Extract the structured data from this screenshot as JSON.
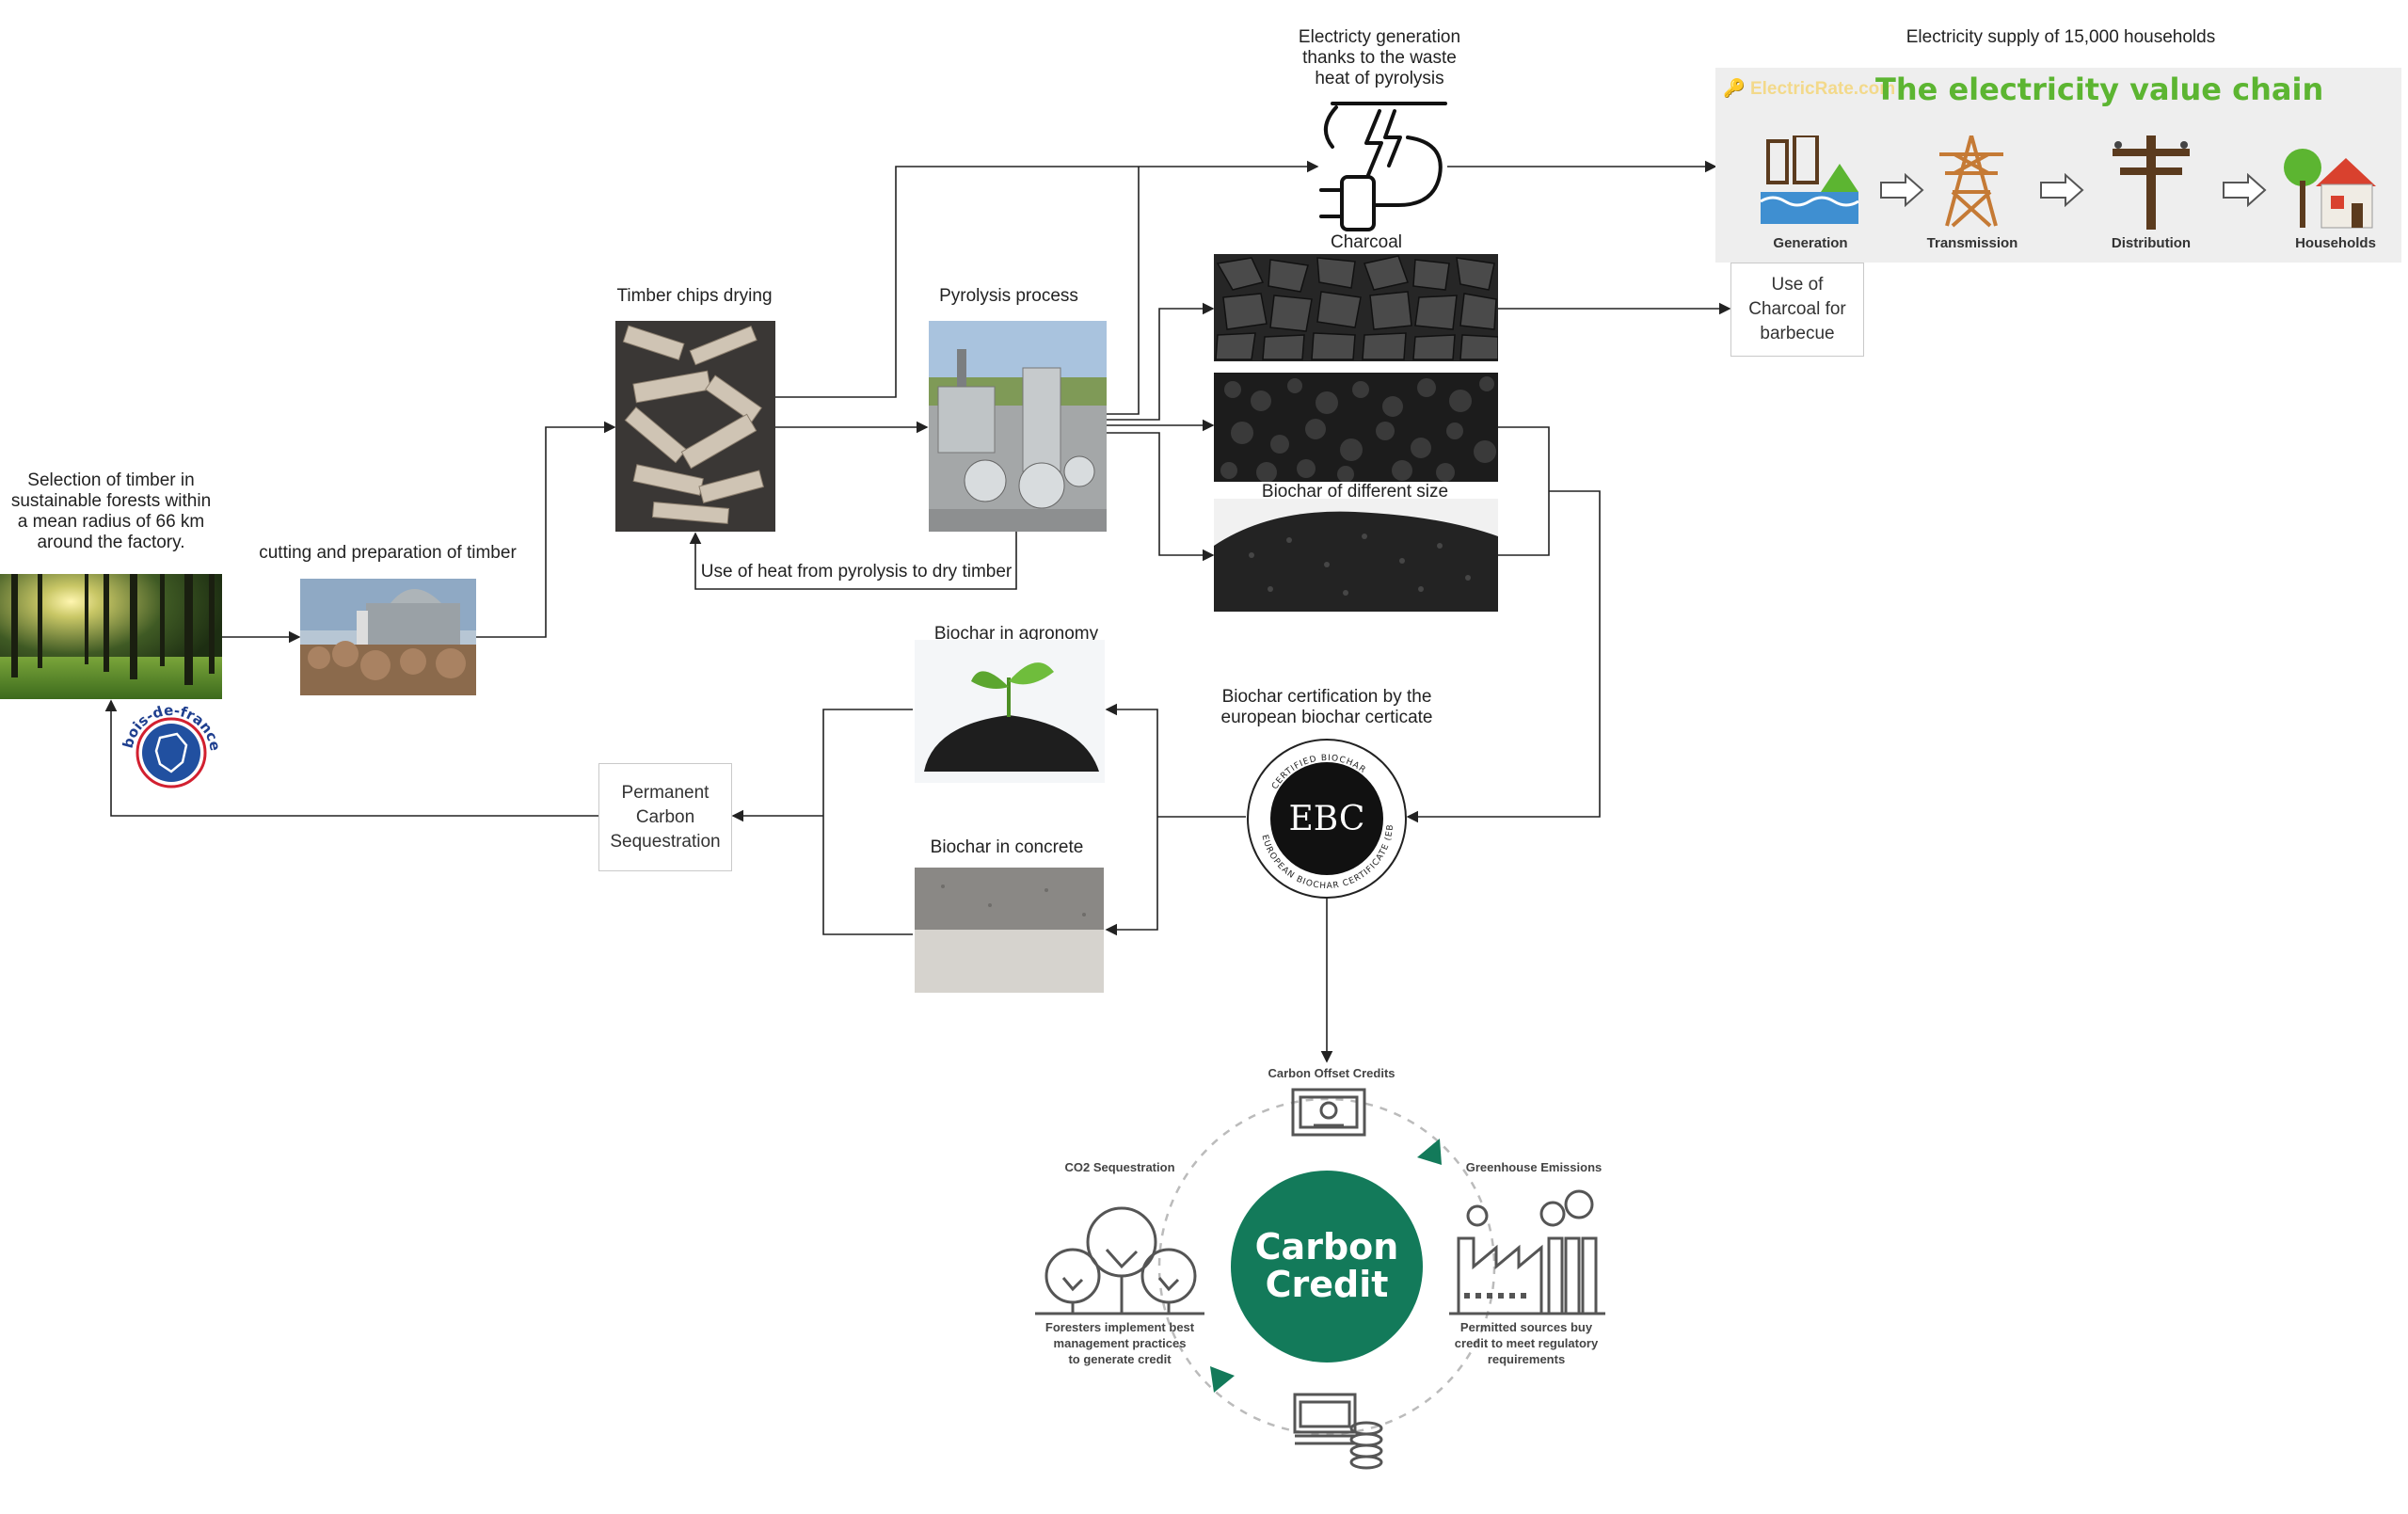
{
  "labels": {
    "selection_timber": "Selection of timber in\nsustainable forests within\na mean radius of 66 km\naround the factory.",
    "cutting": "cutting and preparation of timber",
    "drying": "Timber chips drying",
    "pyrolysis": "Pyrolysis process",
    "heat_reuse": "Use of heat from pyrolysis to dry timber",
    "electricity_generation": "Electricty generation\nthanks to the waste\nheat of pyrolysis",
    "electricity_supply": "Electricity supply of 15,000 households",
    "charcoal": "Charcoal",
    "biochar_sizes": "Biochar of different size",
    "biochar_agronomy": "Biochar in agronomy",
    "biochar_concrete": "Biochar in concrete",
    "certification": "Biochar certification by the\neuropean biochar certicate"
  },
  "boxes": {
    "bbq": "Use of\nCharcoal for\nbarbecue",
    "sequestration": "Permanent\nCarbon\nSequestration"
  },
  "badges": {
    "bois_de_france": "bois-de-france",
    "ebc": "EBC",
    "ebc_ring_top": "CERTIFIED BIOCHAR",
    "ebc_ring_bottom": "EUROPEAN BIOCHAR CERTIFICATE (EBC)"
  },
  "value_chain": {
    "brand": "ElectricRate.com",
    "title": "The electricity value chain",
    "steps": [
      "Generation",
      "Transmission",
      "Distribution",
      "Households"
    ]
  },
  "carbon_credit": {
    "center_line1": "Carbon",
    "center_line2": "Credit",
    "offset_label": "Carbon Offset Credits",
    "co2_label": "CO2 Sequestration",
    "ghg_label": "Greenhouse Emissions",
    "foresters_text": "Foresters implement best\nmanagement practices\nto generate credit",
    "permitted_text": "Permitted sources buy\ncredit to meet regulatory\nrequirements"
  },
  "colors": {
    "green": "#137a5a",
    "line": "#222222",
    "forest_dark": "#2e4a1c",
    "charcoal": "#2a2a2a",
    "value_chain_bg": "#eeeeee",
    "title_green": "#5cb531"
  }
}
